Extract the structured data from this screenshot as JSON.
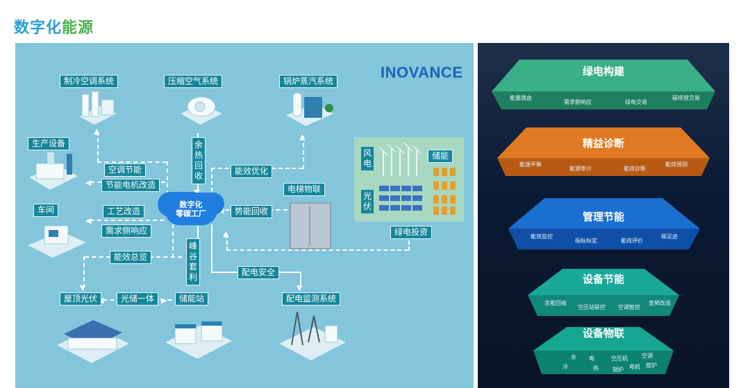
{
  "page_title_part1": "数字化",
  "page_title_part2": "能源",
  "logo": "INOVANCE",
  "hub": {
    "line1": "数字化",
    "line2": "零碳工厂"
  },
  "nodes": {
    "cooling": "制冷空调系统",
    "air": "压缩空气系统",
    "boiler": "锅炉蒸汽系统",
    "production": "生产设备",
    "workshop": "车间",
    "elevator": "电梯物联",
    "rooftop_pv": "屋顶光伏",
    "storage_station": "储能站",
    "distribution_monitor": "配电监测系统"
  },
  "flows": {
    "waste_heat": "余热回收",
    "ac_saving": "空调节能",
    "motor_retrofit": "节能电机改造",
    "process_retrofit": "工艺改造",
    "demand_response": "需求侧响应",
    "efficiency_opt": "能效优化",
    "potential_recovery": "势能回收",
    "peak_valley": "峰谷套利",
    "efficiency_overview": "能效总览",
    "distribution_safety": "配电安全",
    "pv_storage": "光储一体",
    "green_invest": "绿电投资"
  },
  "green_panel": {
    "wind": "风电",
    "pv": "光伏",
    "storage": "储能"
  },
  "layers": [
    {
      "title": "绿电构建",
      "items": [
        "能量路由",
        "需求侧响应",
        "绿电交易",
        "碳排放交易"
      ]
    },
    {
      "title": "精益诊断",
      "items": [
        "能源平衡",
        "能源审计",
        "能效诊断",
        "能效预测"
      ]
    },
    {
      "title": "管理节能",
      "items": [
        "能效监控",
        "指标标定",
        "能效评价",
        "碳足迹"
      ]
    },
    {
      "title": "设备节能",
      "items": [
        "余能回收",
        "空压站联控",
        "空调智控",
        "变频改造"
      ]
    },
    {
      "title": "设备物联",
      "items": [
        "水",
        "冷",
        "电",
        "热",
        "空压机",
        "锅炉",
        "电机",
        "空调",
        "窑炉"
      ]
    }
  ],
  "colors": {
    "layer1": "#2ea37a",
    "layer2": "#e07a22",
    "layer3": "#1a6fd0",
    "layer4": "#1aa89a",
    "layer5": "#16a593"
  }
}
